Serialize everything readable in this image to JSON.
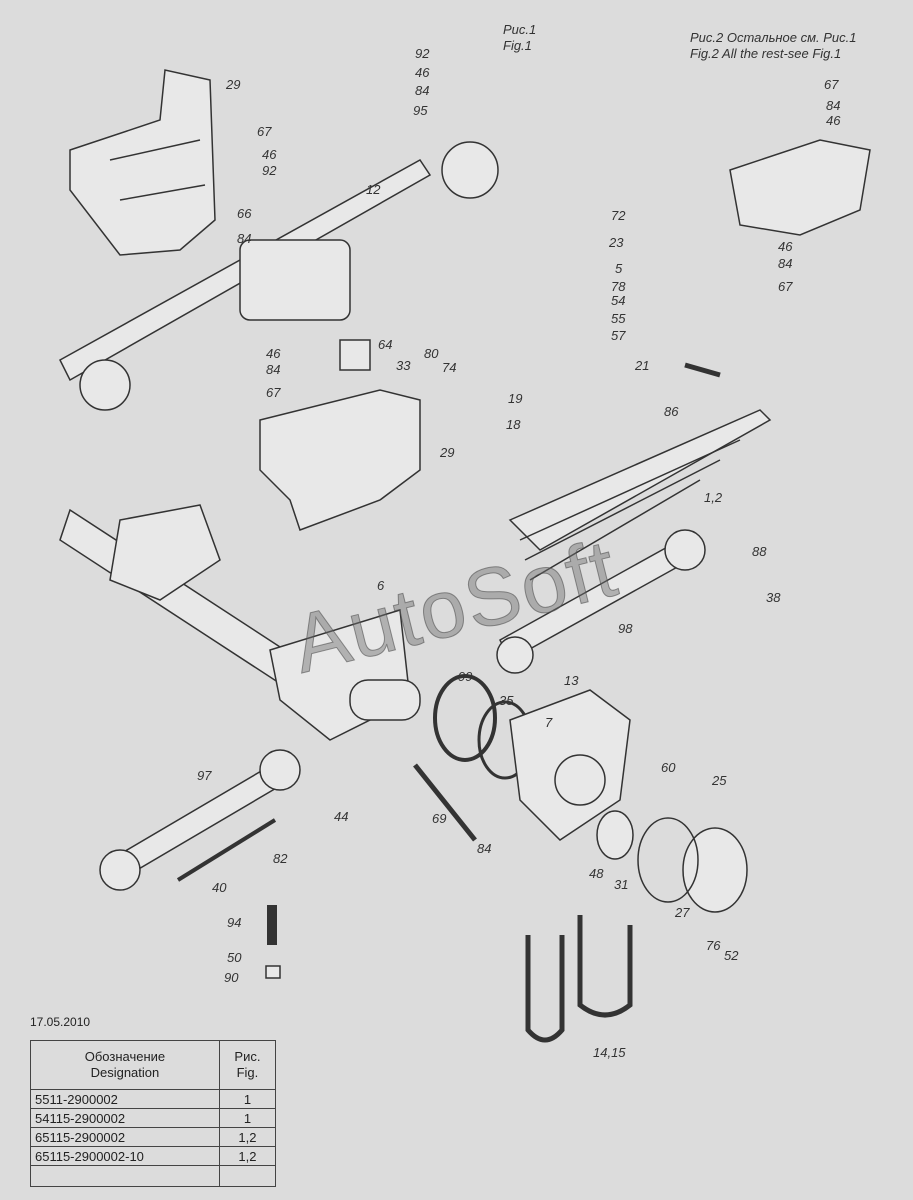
{
  "headers": {
    "fig1_ru": "Рис.1",
    "fig1_en": "Fig.1",
    "fig2_ru": "Рис.2  Остальное см. Рис.1",
    "fig2_en": "Fig.2   All the rest-see Fig.1"
  },
  "watermark": "AutoSoft",
  "callouts": [
    "92",
    "46",
    "84",
    "95",
    "29",
    "67",
    "46",
    "92",
    "12",
    "66",
    "84",
    "72",
    "23",
    "5",
    "78",
    "54",
    "55",
    "57",
    "67",
    "84",
    "46",
    "46",
    "84",
    "67",
    "64",
    "46",
    "84",
    "33",
    "80",
    "74",
    "67",
    "21",
    "19",
    "86",
    "18",
    "29",
    "1,2",
    "88",
    "6",
    "38",
    "98",
    "13",
    "99",
    "35",
    "7",
    "97",
    "60",
    "25",
    "44",
    "69",
    "84",
    "82",
    "48",
    "31",
    "27",
    "40",
    "94",
    "76",
    "52",
    "50",
    "90",
    "14,15"
  ],
  "date": "17.05.2010",
  "table": {
    "col1_ru": "Обозначение",
    "col1_en": "Designation",
    "col2_ru": "Рис.",
    "col2_en": "Fig.",
    "rows": [
      {
        "designation": "5511-2900002",
        "fig": "1"
      },
      {
        "designation": "54115-2900002",
        "fig": "1"
      },
      {
        "designation": "65115-2900002",
        "fig": "1,2"
      },
      {
        "designation": "65115-2900002-10",
        "fig": "1,2"
      }
    ]
  }
}
